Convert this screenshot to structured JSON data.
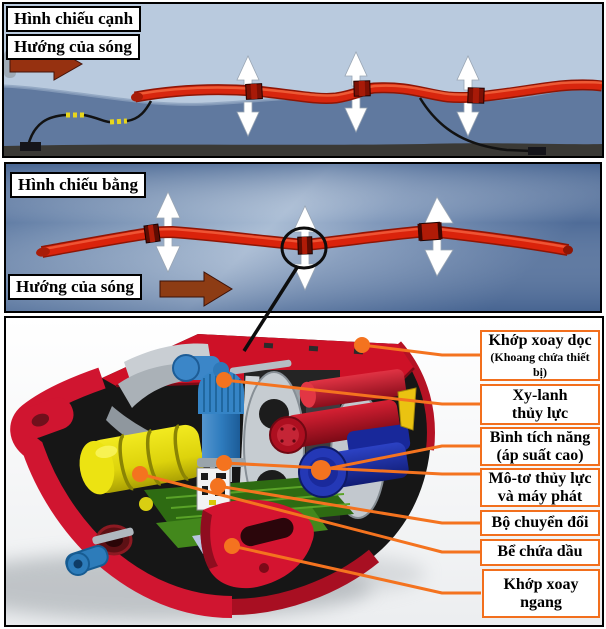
{
  "side_view": {
    "title": "Hình chiếu cạnh",
    "wave_direction": "Hướng của sóng"
  },
  "top_view": {
    "title": "Hình chiếu bằng",
    "wave_direction": "Hướng của sóng"
  },
  "detail_view": {
    "callouts": [
      {
        "line1": "Khớp xoay dọc",
        "line2": "(Khoang chứa thiết bị)"
      },
      {
        "line1": "Xy-lanh",
        "line2": "thủy lực"
      },
      {
        "line1": "Bình tích năng",
        "line2": "(áp suất cao)"
      },
      {
        "line1": "Mô-tơ thủy lực",
        "line2": "và máy phát"
      },
      {
        "line1": "Bộ chuyển đổi",
        "line2": ""
      },
      {
        "line1": "Bể chứa dầu",
        "line2": ""
      },
      {
        "line1": "Khớp xoay",
        "line2": "ngang"
      }
    ]
  },
  "colors": {
    "callout_accent": "#F26F1D",
    "wave_arrow_brown": "#93300E",
    "device_tube_red": "#D8260E",
    "hull_red": "#D01530",
    "sky_blue": "#B9CADE",
    "sea_side_view": "#60799F",
    "sea_top_view": "#54719C",
    "seabed_dark": "#3A3935",
    "motion_arrow_white": "#FFFFFF"
  }
}
